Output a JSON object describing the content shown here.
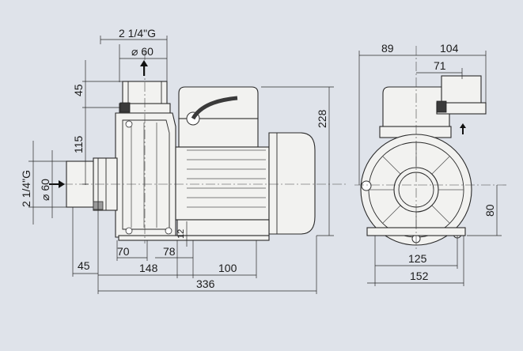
{
  "dimensions": {
    "inlet_top_thread": "2 1/4\"G",
    "inlet_top_dia": "⌀ 60",
    "top_connection_height": "45",
    "inlet_axis_height": "115",
    "overall_height": "228",
    "side_thread": "2 1/4\"G",
    "side_dia": "⌀ 60",
    "base_width_front": "70",
    "foot_spacing": "78",
    "side_offset": "45",
    "base_length": "148",
    "foot_to_end": "100",
    "overall_length": "336",
    "foot_height": "12",
    "side_view_left": "89",
    "side_view_right": "104",
    "side_view_outlet": "71",
    "axis_height": "80",
    "feet_spacing": "125",
    "overall_width": "152"
  }
}
